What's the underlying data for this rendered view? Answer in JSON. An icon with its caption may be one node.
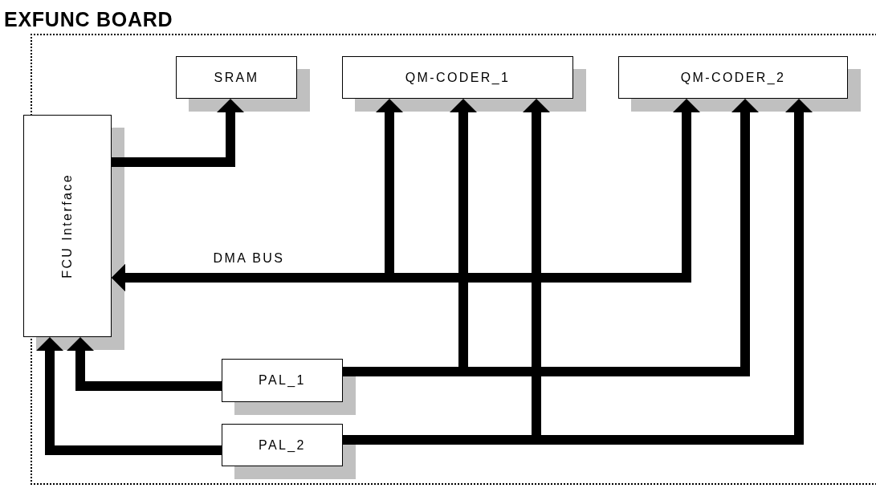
{
  "diagram": {
    "nodes": [
      {
        "text": [
          "EXFUNC BOARD"
        ]
      },
      {
        "text": [
          "SRAM"
        ],
        "in": 0
      },
      {
        "text": [
          "QM-CODER_1"
        ],
        "in": 0
      },
      {
        "text": [
          "QM-CODER_2"
        ],
        "in": 0
      },
      {
        "text": [
          "FCU Interface"
        ]
      },
      {
        "text": [
          "PAL_1"
        ],
        "in": 0
      },
      {
        "text": [
          "PAL_2"
        ],
        "in": 0
      }
    ],
    "edges": [
      {
        "from": 4,
        "to": 1,
        "arrow": "to"
      },
      {
        "from": 2,
        "to": 4,
        "arrow": "both",
        "label": "DMA BUS"
      },
      {
        "from": 3,
        "to": 4,
        "arrow": "both"
      },
      {
        "from": 5,
        "to": 4,
        "arrow": "to"
      },
      {
        "from": 5,
        "to": 2,
        "arrow": "to"
      },
      {
        "from": 5,
        "to": 3,
        "arrow": "to"
      },
      {
        "from": 6,
        "to": 4,
        "arrow": "to"
      },
      {
        "from": 6,
        "to": 2,
        "arrow": "to"
      },
      {
        "from": 6,
        "to": 3,
        "arrow": "to"
      }
    ]
  }
}
